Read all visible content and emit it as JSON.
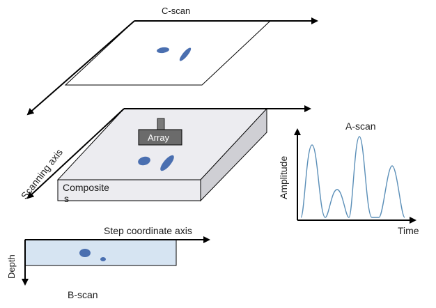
{
  "c_scan": {
    "label": "C-scan"
  },
  "composite": {
    "label_line1": "Composite",
    "label_line2": "s"
  },
  "array": {
    "label": "Array"
  },
  "scanning_axis": {
    "label": "Scanning axis"
  },
  "a_scan": {
    "title": "A-scan",
    "ylabel": "Amplitude",
    "xlabel": "Time"
  },
  "b_scan": {
    "title": "B-scan",
    "xlabel": "Step coordinate axis",
    "ylabel": "Depth"
  },
  "colors": {
    "defect_fill": "#4a6fb0",
    "plate_top": "#ececf0",
    "plate_side": "#cfcfd4",
    "array_body": "#6b6b6b",
    "b_scan_fill": "#d6e4f2",
    "signal_line": "#5b8fb8"
  }
}
